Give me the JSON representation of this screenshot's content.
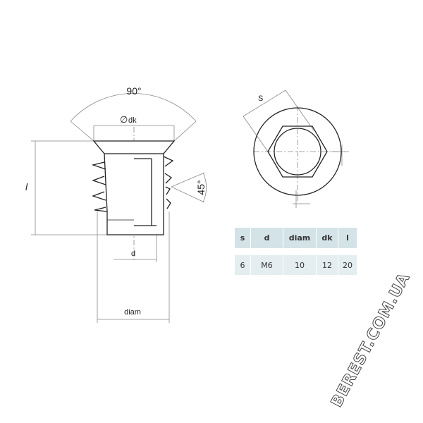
{
  "labels": {
    "angle_head": "90°",
    "dk": "dk",
    "diam_symbol": "∅",
    "l": "l",
    "angle_thread": "45°",
    "d": "d",
    "diam": "diam",
    "s": "S"
  },
  "table": {
    "headers": [
      "s",
      "d",
      "diam",
      "dk",
      "l"
    ],
    "rows": [
      [
        "6",
        "M6",
        "10",
        "12",
        "20"
      ]
    ]
  },
  "watermark": "BEREST.COM.UA"
}
